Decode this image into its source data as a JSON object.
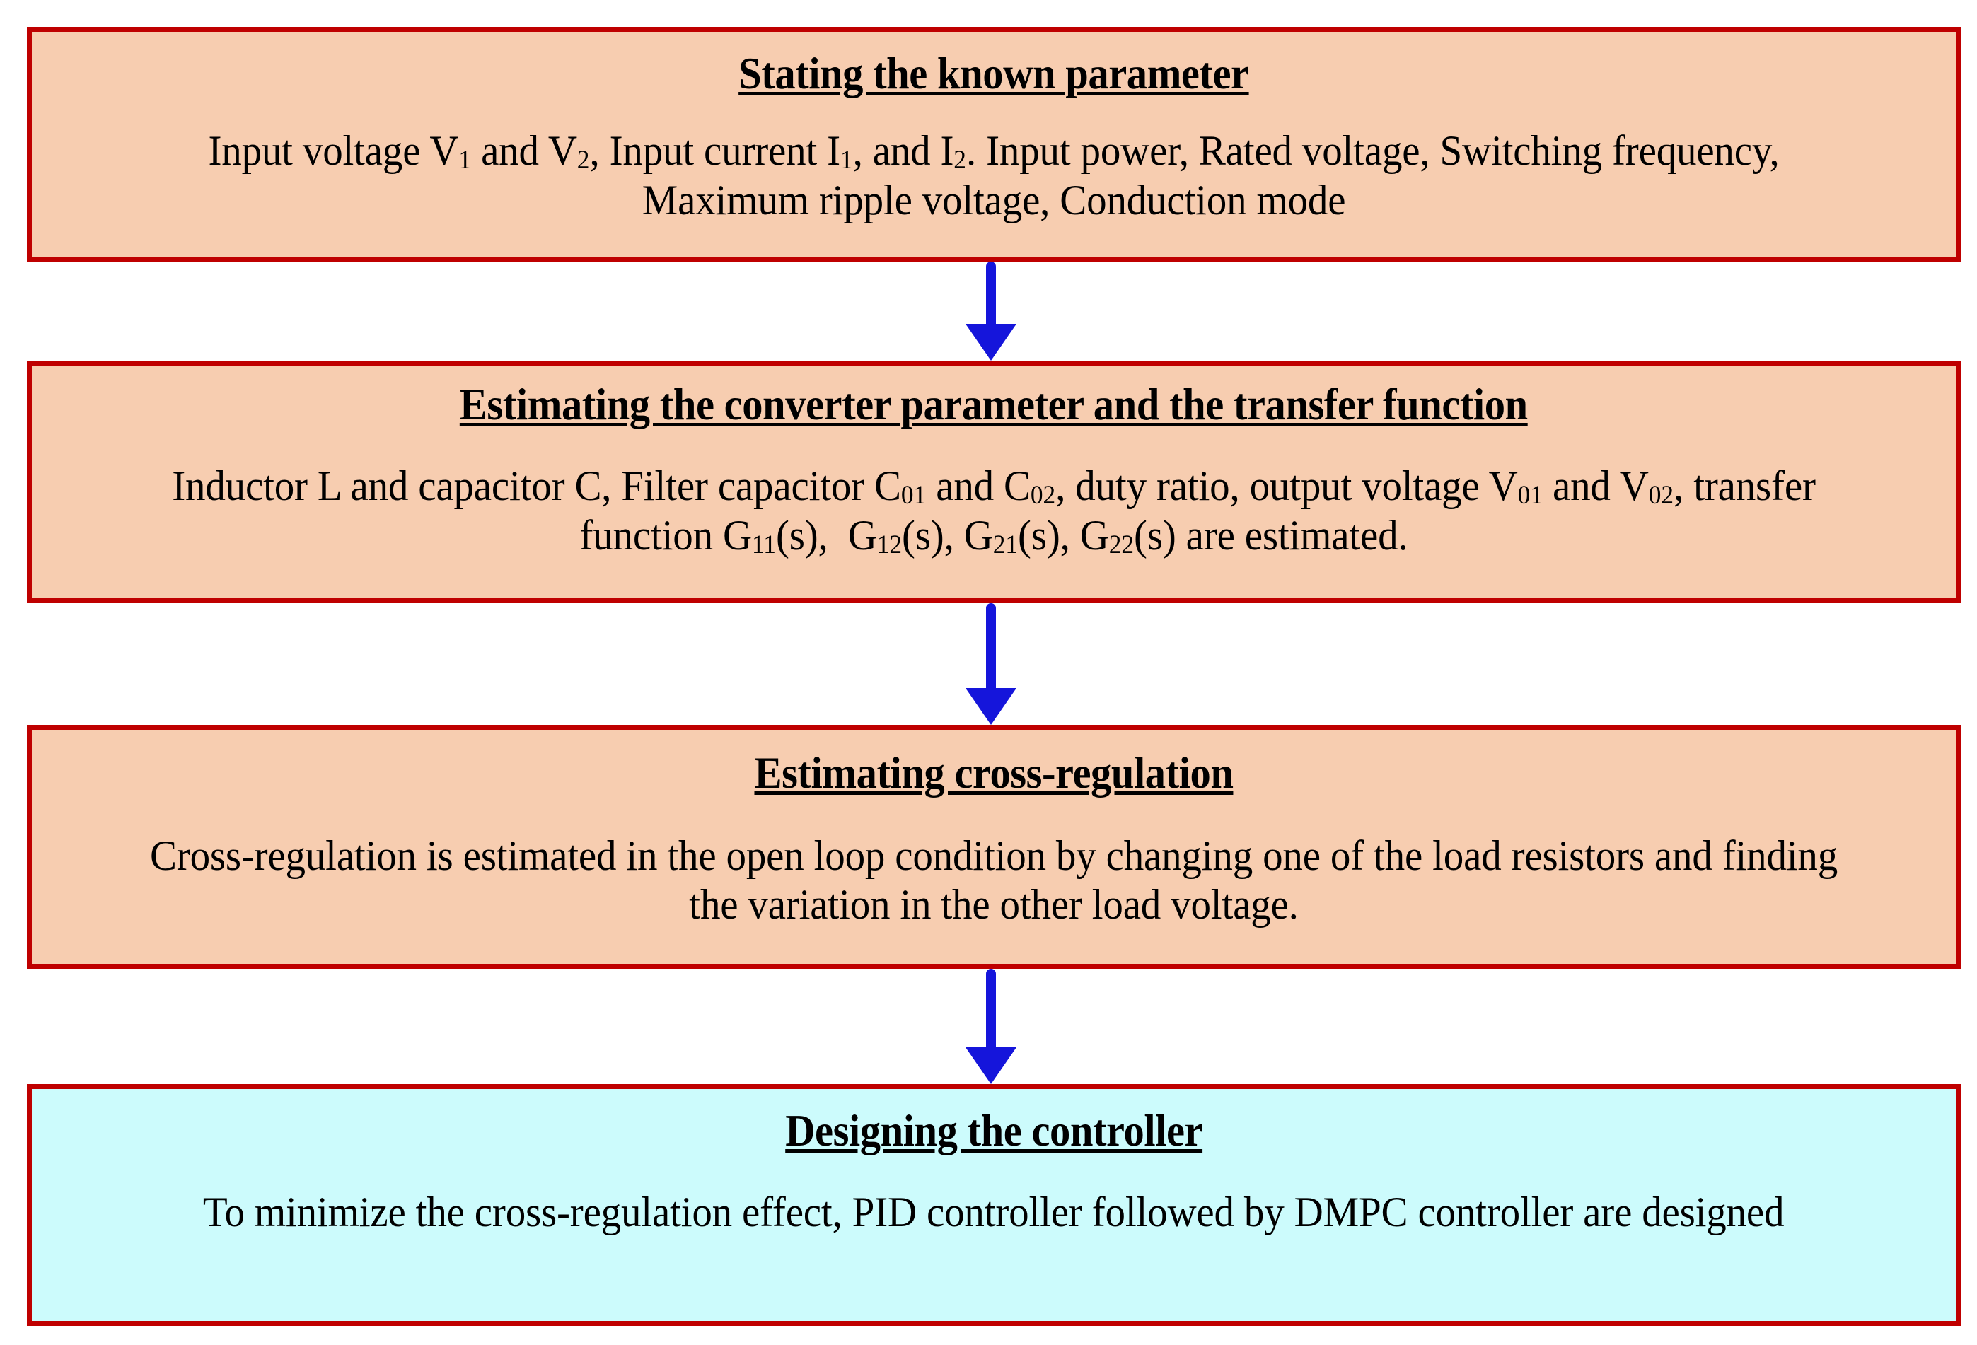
{
  "diagram": {
    "kind": "flowchart",
    "orientation": "vertical",
    "colors": {
      "border": "#BF0000",
      "node_fill_default": "#F7CDB0",
      "node_fill_highlight": "#CCFBFC",
      "arrow": "#1515DB",
      "text": "#000000",
      "page_background": "#FFFFFF"
    },
    "nodes": [
      {
        "id": "node-1",
        "title": "Stating the known parameter",
        "body_lines": [
          "Input voltage V1 and V2, Input current I1, and I2. Input power, Rated voltage, Switching",
          "frequency, Maximum ripple voltage, Conduction mode"
        ],
        "body_html": "Input voltage V<sub>1</sub> and V<sub>2</sub>, Input current I<sub>1</sub>, and I<sub>2</sub>. Input power, Rated voltage, Switching frequency, Maximum ripple voltage, Conduction mode",
        "fill": "#F7CDB0"
      },
      {
        "id": "node-2",
        "title": "Estimating the converter parameter and the transfer function",
        "body_lines": [
          "Inductor L and capacitor C, Filter capacitor C01 and C02, duty ratio, output voltage V01 and",
          "V02, transfer function G11(s),  G12(s), G21(s), G22(s) are estimated."
        ],
        "body_html": "Inductor L and capacitor C, Filter capacitor C<sub>01</sub> and C<sub>02</sub>, duty ratio, output voltage V<sub>01</sub> and V<sub>02</sub>, transfer function G<sub>11</sub>(s),&nbsp; G<sub>12</sub>(s), G<sub>21</sub>(s), G<sub>22</sub>(s) are estimated.",
        "fill": "#F7CDB0"
      },
      {
        "id": "node-3",
        "title": "Estimating cross-regulation",
        "body_lines": [
          "Cross-regulation is estimated in the open loop condition by changing one of the load",
          "resistors and finding the variation in the other load voltage."
        ],
        "body_html": "Cross-regulation is estimated in the open loop condition by changing one of the load resistors and finding the variation in the other load voltage.",
        "fill": "#F7CDB0"
      },
      {
        "id": "node-4",
        "title": "Designing the controller",
        "body_lines": [
          "To minimize the cross-regulation effect, PID controller followed by DMPC controller are",
          "designed"
        ],
        "body_html": "To minimize the cross-regulation effect, PID controller followed by DMPC controller are designed",
        "fill": "#CCFBFC"
      }
    ],
    "connectors": [
      {
        "id": "arrow-1",
        "from": "node-1",
        "to": "node-2",
        "shape": "down-arrow",
        "color": "#1515DB"
      },
      {
        "id": "arrow-2",
        "from": "node-2",
        "to": "node-3",
        "shape": "down-arrow",
        "color": "#1515DB"
      },
      {
        "id": "arrow-3",
        "from": "node-3",
        "to": "node-4",
        "shape": "down-arrow",
        "color": "#1515DB"
      }
    ]
  }
}
